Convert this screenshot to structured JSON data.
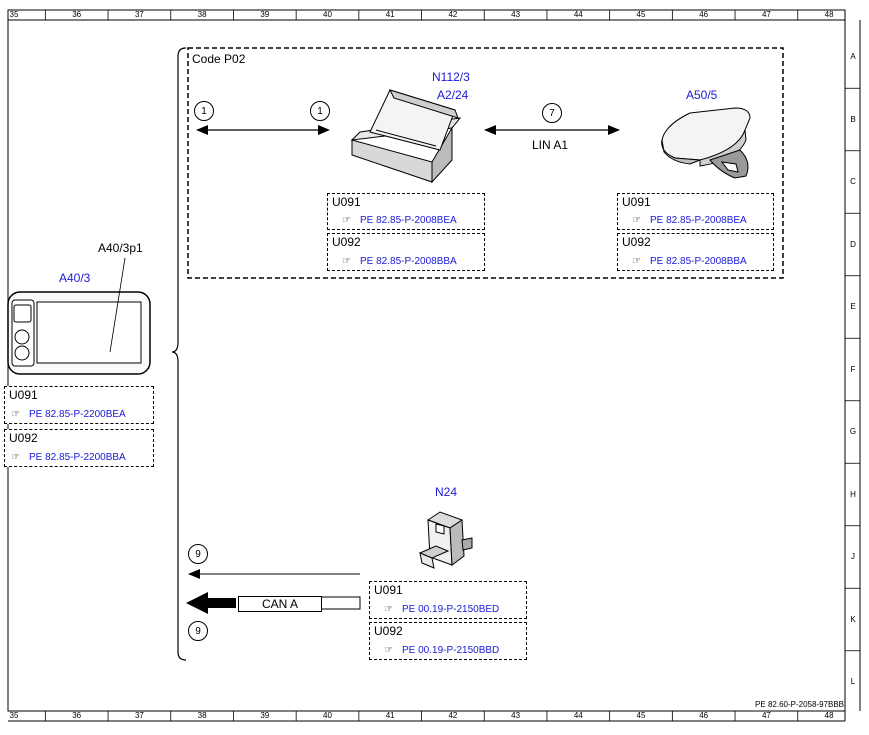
{
  "ruler": {
    "top": [
      "35",
      "36",
      "37",
      "38",
      "39",
      "40",
      "41",
      "42",
      "43",
      "44",
      "45",
      "46",
      "47",
      "48"
    ],
    "bottom": [
      "35",
      "36",
      "37",
      "38",
      "39",
      "40",
      "41",
      "42",
      "43",
      "44",
      "45",
      "46",
      "47",
      "48"
    ],
    "right": [
      "A",
      "B",
      "C",
      "D",
      "E",
      "F",
      "G",
      "H",
      "J",
      "K",
      "L"
    ]
  },
  "code_group": {
    "label": "Code P02"
  },
  "components": {
    "n112": {
      "id1": "N112/3",
      "id2": "A2/24"
    },
    "a50": {
      "id": "A50/5"
    },
    "a40": {
      "id": "A40/3",
      "part": "A40/3p1"
    },
    "n24": {
      "id": "N24"
    }
  },
  "connections": {
    "c1_left": "1",
    "c1_right": "1",
    "c7": "7",
    "lin": "LIN A1",
    "c9_top": "9",
    "c9_bottom": "9",
    "can": "CAN A"
  },
  "refs": {
    "n112_u091": {
      "code": "U091",
      "ref": "PE 82.85-P-2008BEA"
    },
    "n112_u092": {
      "code": "U092",
      "ref": "PE 82.85-P-2008BBA"
    },
    "a50_u091": {
      "code": "U091",
      "ref": "PE 82.85-P-2008BEA"
    },
    "a50_u092": {
      "code": "U092",
      "ref": "PE 82.85-P-2008BBA"
    },
    "a40_u091": {
      "code": "U091",
      "ref": "PE 82.85-P-2200BEA"
    },
    "a40_u092": {
      "code": "U092",
      "ref": "PE 82.85-P-2200BBA"
    },
    "n24_u091": {
      "code": "U091",
      "ref": "PE 00.19-P-2150BED"
    },
    "n24_u092": {
      "code": "U092",
      "ref": "PE 00.19-P-2150BBD"
    }
  },
  "footer": {
    "doc_ref": "PE 82.60-P-2058-97BBB"
  },
  "icons": {
    "reference": "pointing-hand-icon"
  }
}
